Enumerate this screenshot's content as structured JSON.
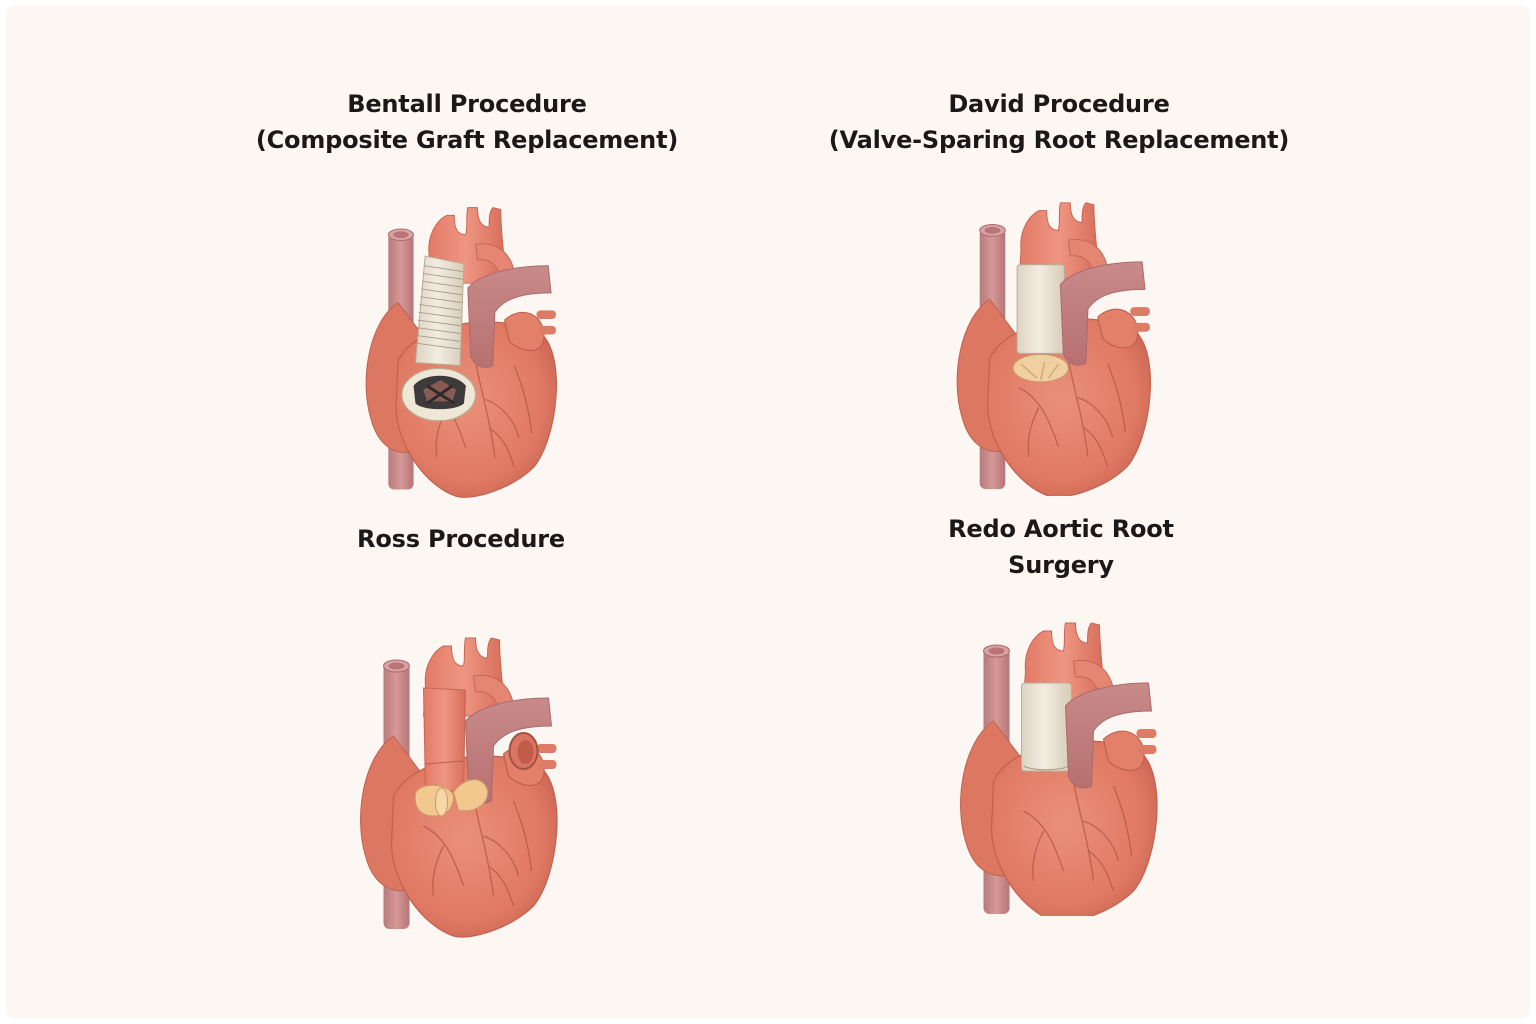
{
  "figure": {
    "background": "#fcf7f2",
    "panels": [
      {
        "id": "bentall",
        "title_line1": "Bentall Procedure",
        "title_line2": "(Composite Graft Replacement)",
        "illustration": "heart-with-composite-graft-and-mechanical-valve-icon",
        "graft_color": "#ece3d1",
        "valve_color": "#3d3a3c"
      },
      {
        "id": "david",
        "title_line1": "David Procedure",
        "title_line2": "(Valve-Sparing Root Replacement)",
        "illustration": "heart-with-valve-sparing-graft-icon",
        "graft_color": "#ece6da",
        "valve_color": "#f0cfa0"
      },
      {
        "id": "ross",
        "title_line1": "Ross Procedure",
        "title_line2": "",
        "illustration": "heart-with-pulmonary-autograft-icon",
        "autograft_color": "#f2c88e"
      },
      {
        "id": "redo",
        "title_line1": "Redo Aortic Root",
        "title_line2": "Surgery",
        "illustration": "heart-with-redo-root-graft-icon",
        "graft_color": "#ece6da"
      }
    ],
    "colors": {
      "heart": "#e3806a",
      "heart_dark": "#c6624f",
      "aorta": "#e88a74",
      "vessel_vein": "#c98b8b",
      "pulmonary": "#c98888",
      "vessel_lines": "#b45746",
      "text": "#1b1918"
    }
  }
}
